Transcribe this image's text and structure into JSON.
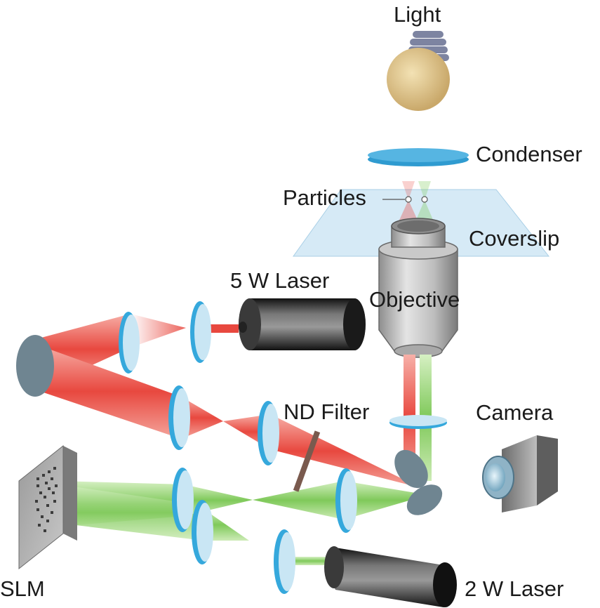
{
  "labels": {
    "light": "Light",
    "condenser": "Condenser",
    "particles": "Particles",
    "coverslip": "Coverslip",
    "laser_5w": "5 W Laser",
    "objective": "Objective",
    "nd_filter": "ND Filter",
    "camera": "Camera",
    "slm": "SLM",
    "laser_2w": "2 W Laser"
  },
  "colors": {
    "red_beam": "#e8483f",
    "green_beam": "#8fd06a",
    "lens_rim": "#35a8dc",
    "lens_face": "#c9e6f4",
    "mirror": "#6f8591",
    "coverslip": "#cfe6f5",
    "bulb": "#d9be84",
    "laser_body": "#333333"
  }
}
